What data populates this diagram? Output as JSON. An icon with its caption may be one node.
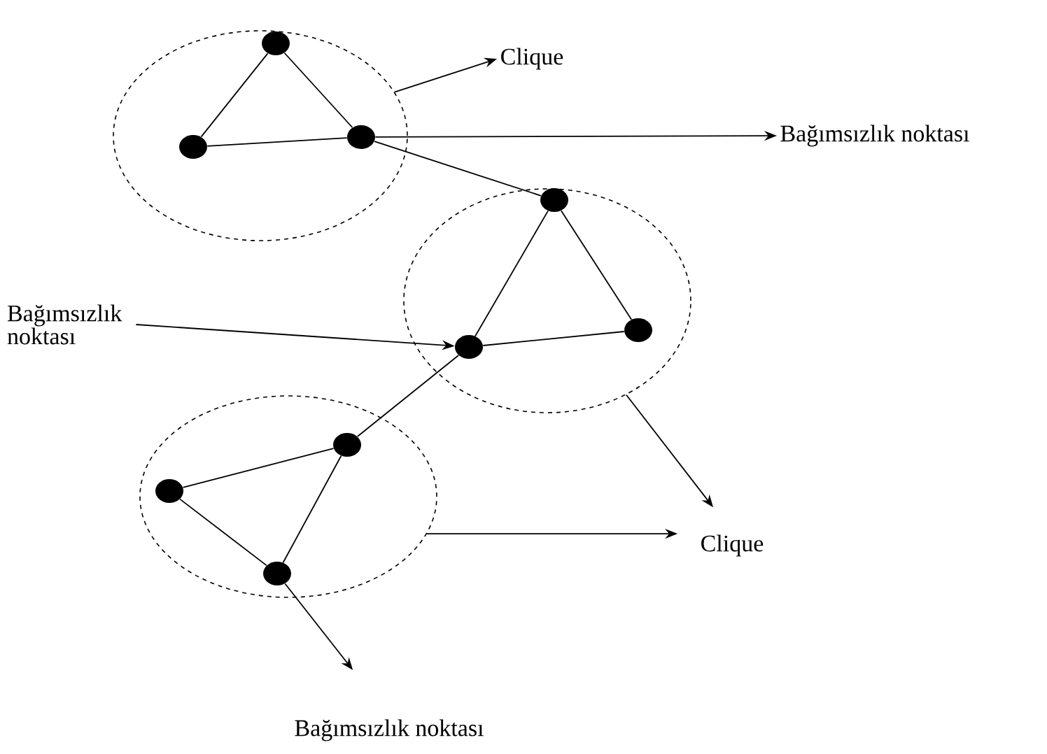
{
  "diagram": {
    "nodes": [
      {
        "text": [],
        "shape": "ellipse"
      },
      {
        "text": [],
        "shape": "circle",
        "in": 0
      },
      {
        "text": [],
        "shape": "circle",
        "in": 0
      },
      {
        "text": [],
        "shape": "circle",
        "in": 0
      },
      {
        "text": [
          "Clique"
        ]
      },
      {
        "text": [
          "Bağımsızlık noktası"
        ]
      },
      {
        "text": [],
        "shape": "ellipse"
      },
      {
        "text": [],
        "shape": "circle",
        "in": 6
      },
      {
        "text": [],
        "shape": "circle",
        "in": 6
      },
      {
        "text": [],
        "shape": "circle",
        "in": 6
      },
      {
        "text": [
          "Bağımsızlık noktası"
        ]
      },
      {
        "text": [],
        "shape": "ellipse"
      },
      {
        "text": [],
        "shape": "circle",
        "in": 11
      },
      {
        "text": [],
        "shape": "circle",
        "in": 11
      },
      {
        "text": [],
        "shape": "circle",
        "in": 11
      },
      {
        "text": [
          "Clique"
        ]
      },
      {
        "text": [
          "Bağımsızlık noktası"
        ]
      }
    ],
    "edges": [
      {
        "from": 1,
        "to": 2,
        "arrow": "none"
      },
      {
        "from": 1,
        "to": 3,
        "arrow": "none"
      },
      {
        "from": 2,
        "to": 3,
        "arrow": "none"
      },
      {
        "from": 3,
        "to": 7,
        "arrow": "none"
      },
      {
        "from": 7,
        "to": 8,
        "arrow": "none"
      },
      {
        "from": 7,
        "to": 9,
        "arrow": "none"
      },
      {
        "from": 8,
        "to": 9,
        "arrow": "none"
      },
      {
        "from": 8,
        "to": 13,
        "arrow": "none"
      },
      {
        "from": 12,
        "to": 13,
        "arrow": "none"
      },
      {
        "from": 13,
        "to": 14,
        "arrow": "none"
      },
      {
        "from": 12,
        "to": 14,
        "arrow": "none"
      },
      {
        "from": 0,
        "to": 4,
        "arrow": "to"
      },
      {
        "from": 3,
        "to": 5,
        "arrow": "to"
      },
      {
        "from": 10,
        "to": 8,
        "arrow": "to"
      },
      {
        "from": 6,
        "to": 15,
        "arrow": "to"
      },
      {
        "from": 11,
        "to": 15,
        "arrow": "to"
      },
      {
        "from": 14,
        "to": 16,
        "arrow": "to"
      }
    ]
  }
}
